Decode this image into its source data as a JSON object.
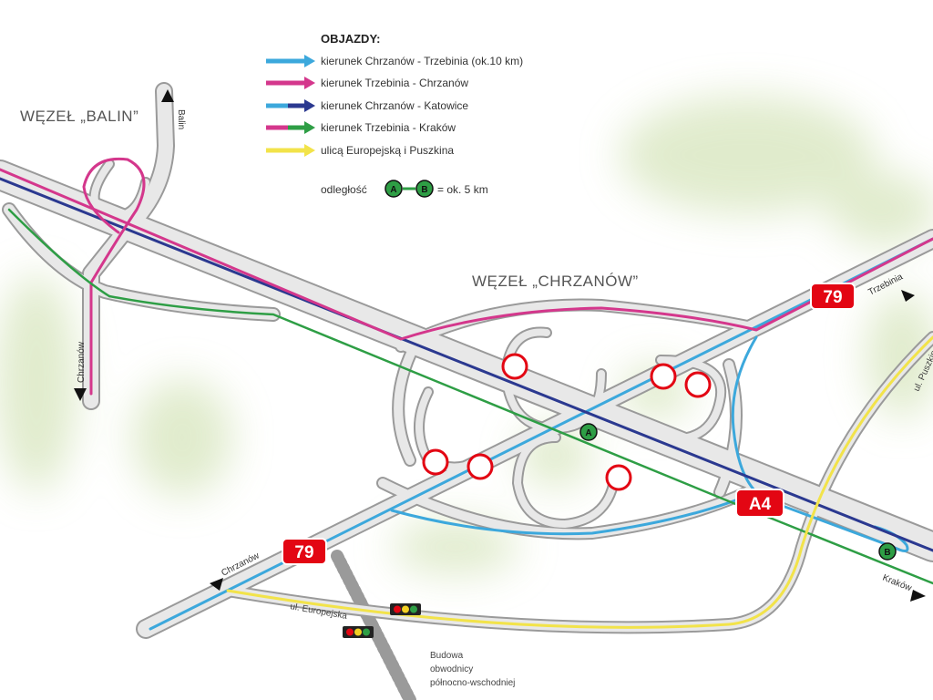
{
  "legend": {
    "title": "OBJAZDY:",
    "items": [
      {
        "label": "kierunek Chrzanów - Trzebinia (ok.10 km)",
        "color": "#3ca8dc",
        "color2": "#3ca8dc"
      },
      {
        "label": "kierunek Trzebinia - Chrzanów",
        "color": "#d4378c",
        "color2": "#d4378c"
      },
      {
        "label": "kierunek Chrzanów - Katowice",
        "color": "#2b3990",
        "color2": "#3ca8dc"
      },
      {
        "label": "kierunek Trzebinia - Kraków",
        "color": "#2e9e45",
        "color2": "#d4378c"
      },
      {
        "label": "ulicą Europejską i Puszkina",
        "color": "#f2e34a",
        "color2": "#f2e34a"
      }
    ],
    "distance": {
      "label": "odległość",
      "from": "A",
      "to": "B",
      "value": "= ok. 5 km"
    }
  },
  "places": {
    "balin_junction": "WĘZEŁ „BALIN”",
    "chrzanow_junction": "WĘZEŁ „CHRZANÓW”"
  },
  "directions": {
    "balin": "Balin",
    "chrzanow_north": "Chrzanów",
    "trzebinia": "Trzebinia",
    "chrzanow_south": "Chrzanów",
    "krakow": "Kraków",
    "puszkina": "ul. Puszkina",
    "europejska": "ul. Europejska"
  },
  "shields": {
    "road_79_right": "79",
    "road_79_left": "79",
    "motorway": "A4"
  },
  "nodes": {
    "a": "A",
    "b": "B"
  },
  "construction_note": [
    "Budowa",
    "obwodnicy",
    "północno-wschodniej"
  ],
  "colors": {
    "blue": "#3ca8dc",
    "magenta": "#d4378c",
    "navy": "#2b3990",
    "green": "#2e9e45",
    "yellow": "#f2e34a",
    "red": "#e30613",
    "road_fill": "#e8e8e8",
    "road_edge": "#9a9a9a",
    "greenery": "#dbe8c4"
  }
}
